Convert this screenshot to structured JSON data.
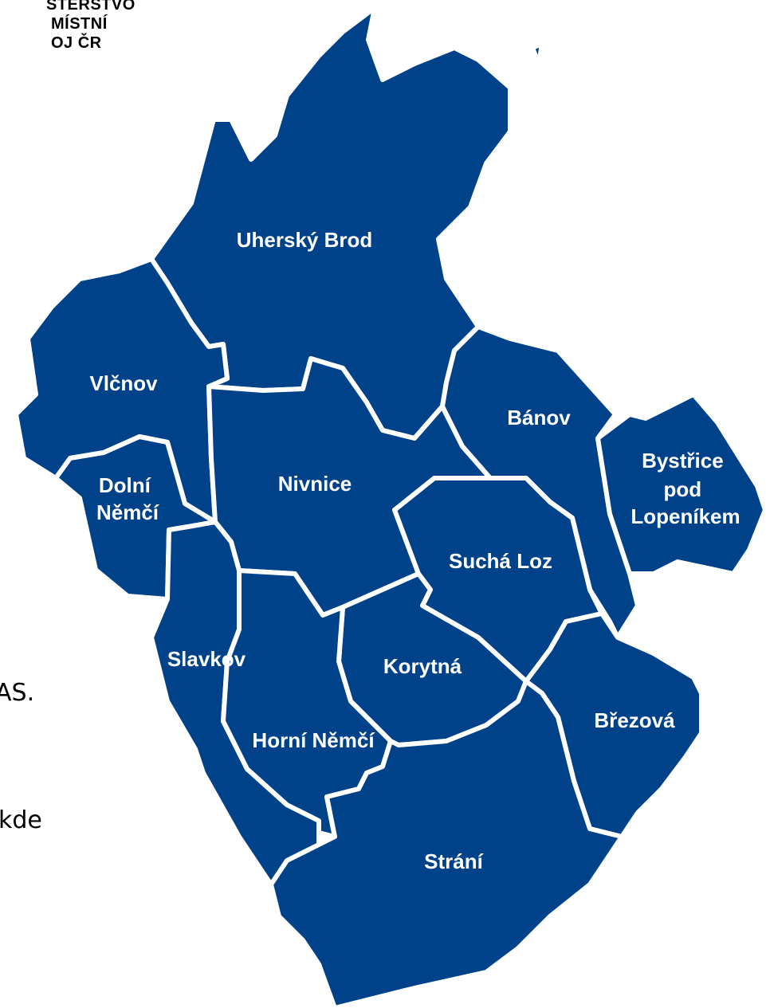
{
  "header_fragment": {
    "lines": [
      "STERSTVO",
      "MÍSTNÍ",
      "OJ ČR"
    ]
  },
  "background_text": {
    "fragment_1": "AS.",
    "fragment_2": "kde"
  },
  "map": {
    "fill_color": "#00428a",
    "border_color": "#ffffff",
    "regions": [
      {
        "id": "uhersky-brod",
        "label_lines": [
          "Uherský Brod"
        ]
      },
      {
        "id": "vlcnov",
        "label_lines": [
          "Vlčnov"
        ]
      },
      {
        "id": "dolni-nemci",
        "label_lines": [
          "Dolní",
          "Němčí"
        ]
      },
      {
        "id": "nivnice",
        "label_lines": [
          "Nivnice"
        ]
      },
      {
        "id": "banov",
        "label_lines": [
          "Bánov"
        ]
      },
      {
        "id": "bystrice-pod-lopenikem",
        "label_lines": [
          "Bystřice",
          "pod",
          "Lopeníkem"
        ]
      },
      {
        "id": "sucha-loz",
        "label_lines": [
          "Suchá Loz"
        ]
      },
      {
        "id": "slavkov",
        "label_lines": [
          "Slavkov"
        ]
      },
      {
        "id": "korytna",
        "label_lines": [
          "Korytná"
        ]
      },
      {
        "id": "horni-nemci",
        "label_lines": [
          "Horní Němčí"
        ]
      },
      {
        "id": "brezova",
        "label_lines": [
          "Březová"
        ]
      },
      {
        "id": "strani",
        "label_lines": [
          "Strání"
        ]
      }
    ]
  }
}
